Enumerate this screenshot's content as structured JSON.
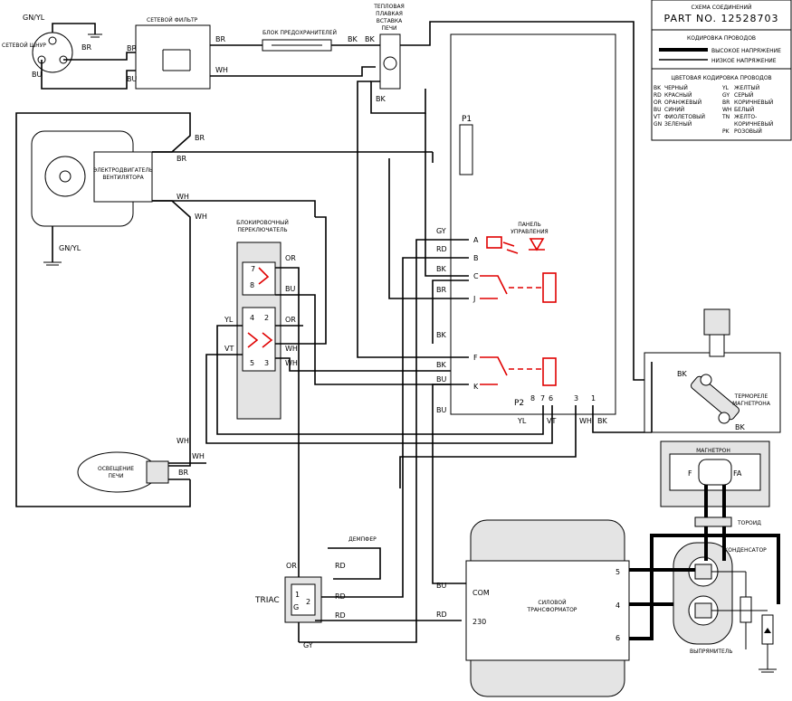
{
  "legend": {
    "title": "СХЕМА СОЕДИНЕНИЙ",
    "part_no": "PART NO. 12528703",
    "wire_coding_title": "КОДИРОВКА ПРОВОДОВ",
    "high_voltage": "ВЫСОКОЕ НАПРЯЖЕНИЕ",
    "low_voltage": "НИЗКОЕ НАПРЯЖЕНИЕ",
    "color_coding_title": "ЦВЕТОВАЯ КОДИРОВКА ПРОВОДОВ",
    "colors": [
      {
        "code": "BK",
        "name": "ЧЕРНЫЙ"
      },
      {
        "code": "RD",
        "name": "КРАСНЫЙ"
      },
      {
        "code": "OR",
        "name": "ОРАНЖЕВЫЙ"
      },
      {
        "code": "BU",
        "name": "СИНИЙ"
      },
      {
        "code": "VT",
        "name": "ФИОЛЕТОВЫЙ"
      },
      {
        "code": "GN",
        "name": "ЗЕЛЕНЫЙ"
      },
      {
        "code": "YL",
        "name": "ЖЕЛТЫЙ"
      },
      {
        "code": "GY",
        "name": "СЕРЫЙ"
      },
      {
        "code": "BR",
        "name": "КОРИЧНЕВЫЙ"
      },
      {
        "code": "WH",
        "name": "БЕЛЫЙ"
      },
      {
        "code": "TN",
        "name": "ЖЕЛТО-"
      },
      {
        "code": "",
        "name": "КОРИЧНЕВЫЙ"
      },
      {
        "code": "PK",
        "name": "РОЗОВЫЙ"
      }
    ]
  },
  "components": {
    "power_cord": "СЕТЕВОЙ ШНУР",
    "mains_filter": "СЕТЕВОЙ ФИЛЬТР",
    "fuse_block": "БЛОК ПРЕДОХРАНИТЕЛЕЙ",
    "thermal_fuse": [
      "ТЕПЛОВАЯ",
      "ПЛАВКАЯ",
      "ВСТАВКА",
      "ПЕЧИ"
    ],
    "fan_motor": [
      "ЭЛЕКТРОДВИГАТЕЛЬ",
      "ВЕНТИЛЯТОРА"
    ],
    "interlock_switch": [
      "БЛОКИРОВОЧНЫЙ",
      "ПЕРЕКЛЮЧАТЕЛЬ"
    ],
    "control_panel": [
      "ПАНЕЛЬ",
      "УПРАВЛЕНИЯ"
    ],
    "magnetron_thermostat": [
      "ТЕРМОРЕЛЕ",
      "МАГНЕТРОНА"
    ],
    "magnetron": "МАГНЕТРОН",
    "oven_light": [
      "ОСВЕЩЕНИЕ",
      "ПЕЧИ"
    ],
    "damper": "ДЕМПФЕР",
    "triac": "TRIAC",
    "power_transformer": [
      "СИЛОВОЙ",
      "ТРАНСФОРМАТОР"
    ],
    "toroid": "ТОРОИД",
    "capacitor": "КОНДЕНСАТОР",
    "rectifier": "ВЫПРЯМИТЕЛЬ"
  },
  "labels": {
    "gn_yl": "GN/YL",
    "p1": "P1",
    "p2": "P2",
    "com": "COM",
    "v230": "230",
    "f": "F",
    "fa": "FA",
    "g": "G",
    "t1": "1",
    "t2": "2",
    "tap5": "5",
    "tap4": "4",
    "tap6": "6",
    "pins": [
      "8",
      "7",
      "6",
      "3",
      "1"
    ],
    "terminals": [
      "A",
      "B",
      "C",
      "J",
      "F",
      "K"
    ],
    "switch_nums": [
      "7",
      "8",
      "4",
      "2",
      "5",
      "3"
    ]
  },
  "wires": {
    "BR": "BR",
    "BU": "BU",
    "WH": "WH",
    "BK": "BK",
    "GY": "GY",
    "RD": "RD",
    "OR": "OR",
    "YL": "YL",
    "VT": "VT"
  },
  "colors": {
    "accent_red": "#e00000",
    "line": "#000000",
    "fill_gray": "#e4e4e4"
  }
}
